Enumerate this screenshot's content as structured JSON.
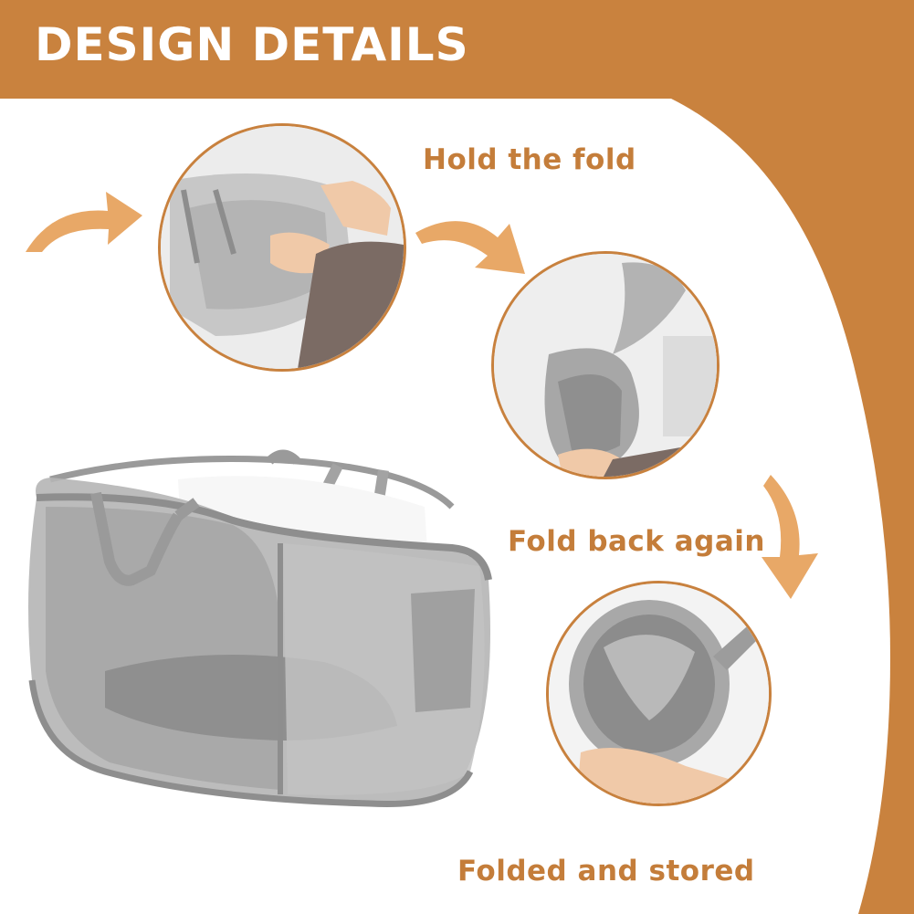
{
  "title": "DESIGN DETAILS",
  "steps": [
    {
      "label": "Hold the fold"
    },
    {
      "label": "Fold back again"
    },
    {
      "label": "Folded and stored"
    }
  ],
  "colors": {
    "accent": "#c47d3a",
    "title_text": "#ffffff",
    "mesh": "#a6a6a6",
    "fabric": "#bdbdbd",
    "background": "#ffffff"
  },
  "icons": [
    "curved-arrow-icon",
    "curved-arrow-icon",
    "curved-arrow-icon"
  ]
}
